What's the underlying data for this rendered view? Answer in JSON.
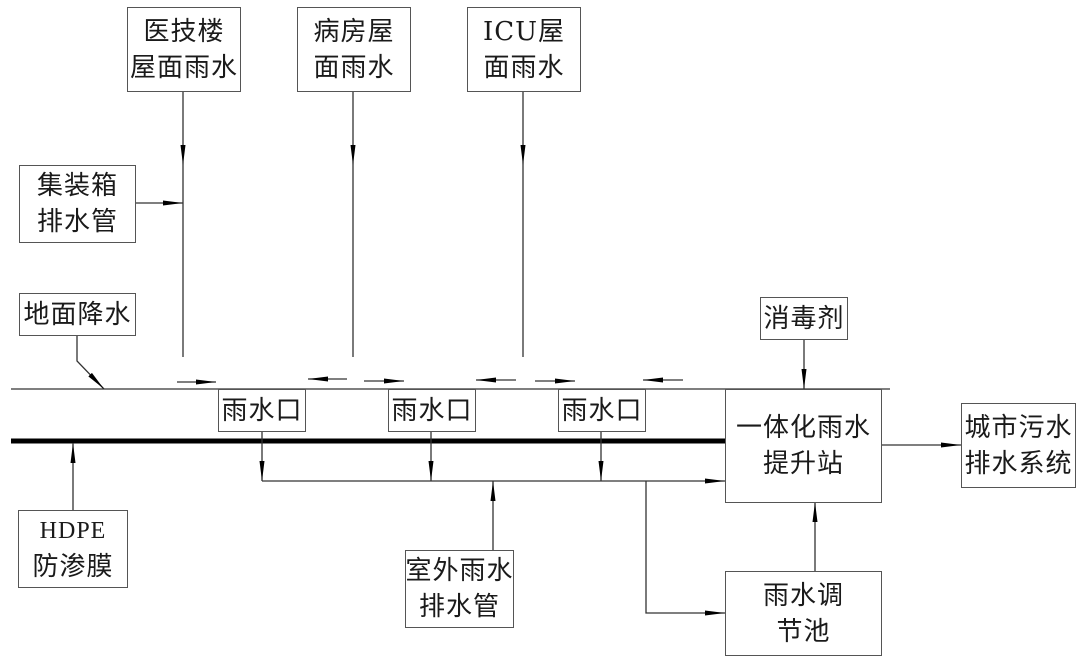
{
  "diagram": {
    "title": "",
    "nodes": {
      "medical_tech_roof": {
        "lines": [
          "医技楼",
          "屋面雨水"
        ]
      },
      "ward_roof": {
        "lines": [
          "病房屋",
          "面雨水"
        ]
      },
      "icu_roof": {
        "lines": [
          "ICU屋",
          "面雨水"
        ]
      },
      "container_drain": {
        "lines": [
          "集装箱",
          "排水管"
        ]
      },
      "ground_precip": {
        "lines": [
          "地面降水"
        ]
      },
      "disinfectant": {
        "lines": [
          "消毒剂"
        ]
      },
      "inlet_1": {
        "lines": [
          "雨水口"
        ]
      },
      "inlet_2": {
        "lines": [
          "雨水口"
        ]
      },
      "inlet_3": {
        "lines": [
          "雨水口"
        ]
      },
      "lift_station": {
        "lines": [
          "一体化雨水",
          "提升站"
        ]
      },
      "city_sewer": {
        "lines": [
          "城市污水",
          "排水系统"
        ]
      },
      "hdpe_membrane": {
        "lines": [
          "HDPE",
          "防渗膜"
        ]
      },
      "outdoor_pipe": {
        "lines": [
          "室外雨水",
          "排水管"
        ]
      },
      "storage_tank": {
        "lines": [
          "雨水调",
          "节池"
        ]
      }
    },
    "edges": [
      {
        "from": "medical_tech_roof",
        "to": "ground_surface"
      },
      {
        "from": "ward_roof",
        "to": "ground_surface"
      },
      {
        "from": "icu_roof",
        "to": "ground_surface"
      },
      {
        "from": "container_drain",
        "to": "medical_tech_roof_downpipe"
      },
      {
        "from": "ground_precip",
        "to": "ground_surface"
      },
      {
        "from": "ground_surface",
        "to": "inlet_1"
      },
      {
        "from": "ground_surface",
        "to": "inlet_2"
      },
      {
        "from": "ground_surface",
        "to": "inlet_3"
      },
      {
        "from": "inlet_1",
        "to": "collector_pipe"
      },
      {
        "from": "inlet_2",
        "to": "collector_pipe"
      },
      {
        "from": "inlet_3",
        "to": "collector_pipe"
      },
      {
        "from": "outdoor_pipe",
        "to": "collector_pipe"
      },
      {
        "from": "collector_pipe",
        "to": "lift_station"
      },
      {
        "from": "collector_pipe",
        "to": "storage_tank"
      },
      {
        "from": "storage_tank",
        "to": "lift_station"
      },
      {
        "from": "disinfectant",
        "to": "lift_station"
      },
      {
        "from": "lift_station",
        "to": "city_sewer"
      },
      {
        "from": "hdpe_membrane",
        "to": "impermeable_layer"
      }
    ],
    "colors": {
      "line": "#333333",
      "thick_line": "#000000",
      "box_border": "#555555",
      "text": "#1a1a1a"
    }
  }
}
